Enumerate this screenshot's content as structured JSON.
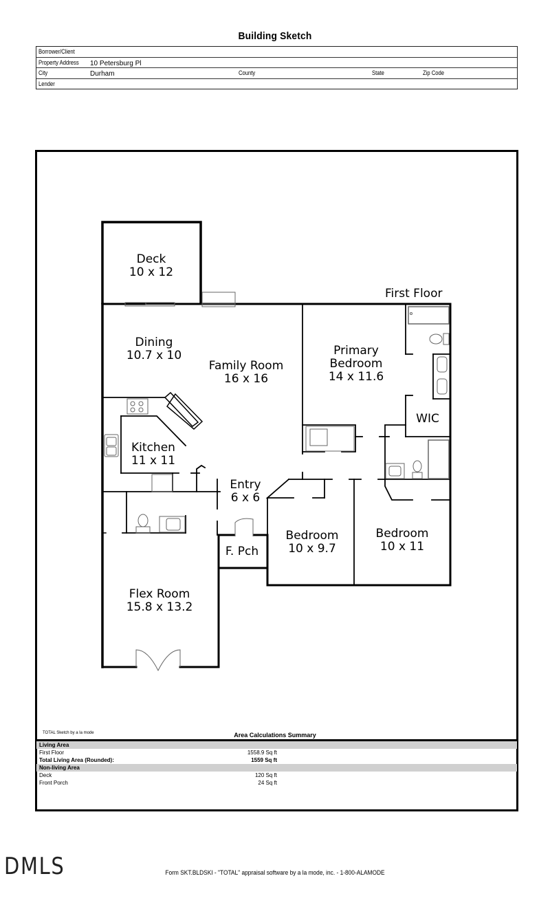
{
  "title": "Building Sketch",
  "header": {
    "borrower_label": "Borrower/Client",
    "borrower_value": "",
    "address_label": "Property Address",
    "address_value": "10 Petersburg Pl",
    "city_label": "City",
    "city_value": "Durham",
    "county_label": "County",
    "state_label": "State",
    "zip_label": "Zip Code",
    "lender_label": "Lender"
  },
  "plan": {
    "floor_label": "First Floor",
    "rooms": [
      {
        "name": "Deck",
        "dims": "10 x 12"
      },
      {
        "name": "Dining",
        "dims": "10.7 x 10"
      },
      {
        "name": "Family Room",
        "dims": "16 x 16"
      },
      {
        "name": "Primary Bedroom",
        "name_line1": "Primary",
        "name_line2": "Bedroom",
        "dims": "14 x 11.6"
      },
      {
        "name": "WIC",
        "dims": ""
      },
      {
        "name": "Kitchen",
        "dims": "11 x 11"
      },
      {
        "name": "Entry",
        "dims": "6 x 6"
      },
      {
        "name": "F. Pch",
        "dims": ""
      },
      {
        "name": "Bedroom",
        "dims": "10 x 9.7"
      },
      {
        "name": "Bedroom",
        "dims": "10 x 11"
      },
      {
        "name": "Flex Room",
        "dims": "15.8 x 13.2"
      }
    ]
  },
  "credit": "TOTAL Sketch by a la mode",
  "area_summary": {
    "title": "Area Calculations Summary",
    "living_header": "Living Area",
    "first_floor_label": "First Floor",
    "first_floor_value": "1558.9 Sq ft",
    "total_label": "Total Living Area (Rounded):",
    "total_value": "1559 Sq ft",
    "nonliving_header": "Non-living Area",
    "deck_label": "Deck",
    "deck_value": "120 Sq ft",
    "porch_label": "Front Porch",
    "porch_value": "24 Sq ft"
  },
  "logo": "DMLS",
  "footer": "Form SKT.BLDSKI - \"TOTAL\" appraisal software by a la mode, inc. - 1-800-ALAMODE"
}
